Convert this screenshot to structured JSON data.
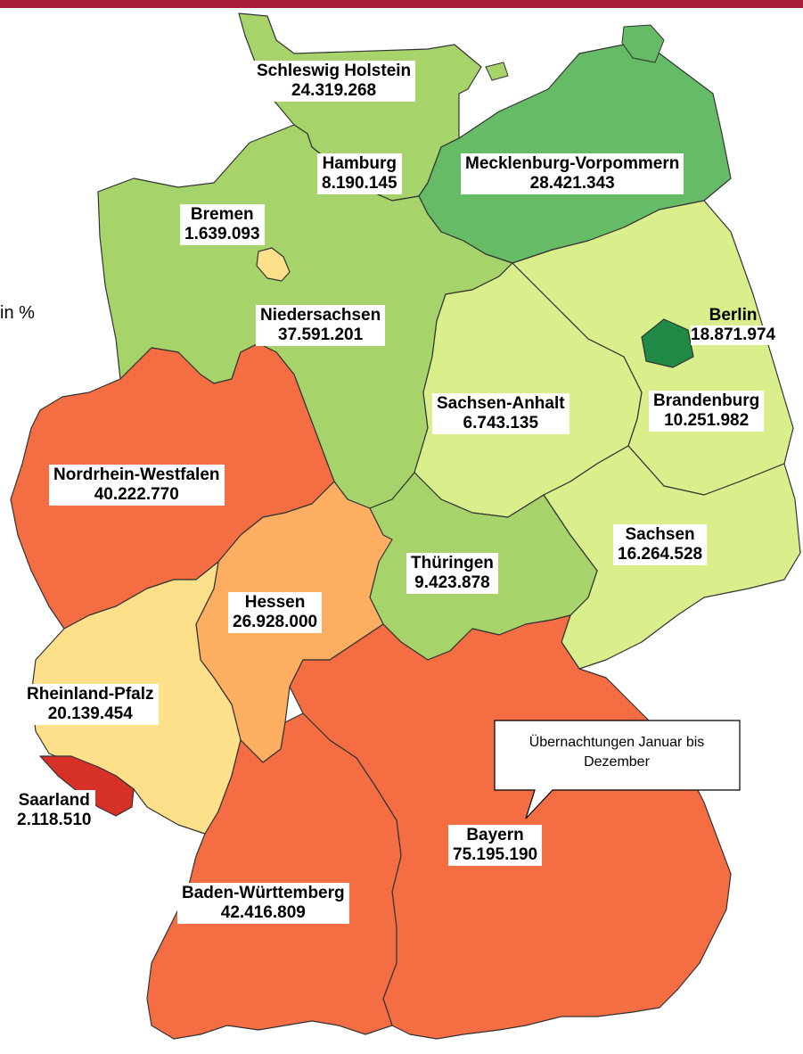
{
  "legend": {
    "unit": "in %"
  },
  "callout": {
    "text": "Übernachtungen Januar bis Dezember"
  },
  "colors": {
    "header_bar": "#a51d36",
    "dark_green": "#1e8a46",
    "medium_green": "#66bb66",
    "light_green": "#a6d46a",
    "pale_green": "#d9ef8b",
    "pale_yellow": "#fee08b",
    "light_orange": "#fdae61",
    "orange_red": "#f46d43",
    "red": "#d73027"
  },
  "states": [
    {
      "id": "schleswig-holstein",
      "name": "Schleswig Holstein",
      "value": "24.319.268",
      "color": "#a6d46a"
    },
    {
      "id": "hamburg",
      "name": "Hamburg",
      "value": "8.190.145",
      "color": "#1e8a46"
    },
    {
      "id": "mecklenburg-vorpommern",
      "name": "Mecklenburg-Vorpommern",
      "value": "28.421.343",
      "color": "#66bb66"
    },
    {
      "id": "bremen",
      "name": "Bremen",
      "value": "1.639.093",
      "color": "#fee08b"
    },
    {
      "id": "niedersachsen",
      "name": "Niedersachsen",
      "value": "37.591.201",
      "color": "#a6d46a"
    },
    {
      "id": "berlin",
      "name": "Berlin",
      "value": "18.871.974",
      "color": "#1e8a46"
    },
    {
      "id": "sachsen-anhalt",
      "name": "Sachsen-Anhalt",
      "value": "6.743.135",
      "color": "#d9ef8b"
    },
    {
      "id": "brandenburg",
      "name": "Brandenburg",
      "value": "10.251.982",
      "color": "#d9ef8b"
    },
    {
      "id": "nordrhein-westfalen",
      "name": "Nordrhein-Westfalen",
      "value": "40.222.770",
      "color": "#f46d43"
    },
    {
      "id": "sachsen",
      "name": "Sachsen",
      "value": "16.264.528",
      "color": "#d9ef8b"
    },
    {
      "id": "thueringen",
      "name": "Thüringen",
      "value": "9.423.878",
      "color": "#a6d46a"
    },
    {
      "id": "hessen",
      "name": "Hessen",
      "value": "26.928.000",
      "color": "#fdae61"
    },
    {
      "id": "rheinland-pfalz",
      "name": "Rheinland-Pfalz",
      "value": "20.139.454",
      "color": "#fee08b"
    },
    {
      "id": "saarland",
      "name": "Saarland",
      "value": "2.118.510",
      "color": "#d73027"
    },
    {
      "id": "bayern",
      "name": "Bayern",
      "value": "75.195.190",
      "color": "#f46d43"
    },
    {
      "id": "baden-wuerttemberg",
      "name": "Baden-Württemberg",
      "value": "42.416.809",
      "color": "#f46d43"
    }
  ]
}
